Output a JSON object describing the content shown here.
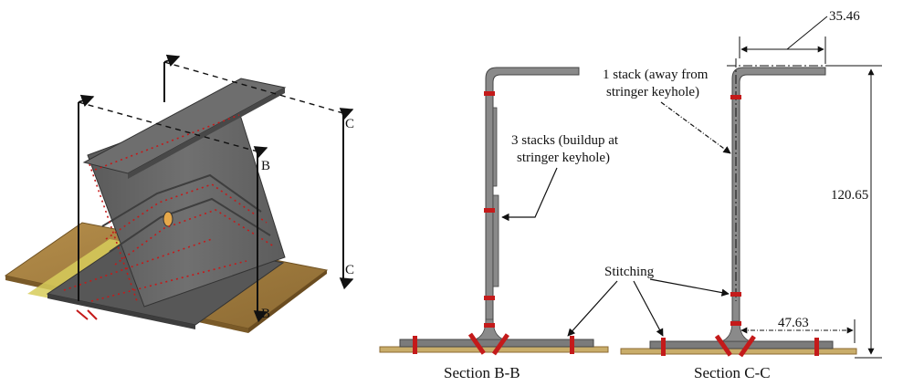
{
  "iso_view": {
    "section_marks": [
      "C",
      "C",
      "B",
      "B"
    ]
  },
  "section_bb": {
    "caption": "Section B-B",
    "annotation_line1": "3 stacks (buildup at",
    "annotation_line2": "stringer keyhole)"
  },
  "section_cc": {
    "caption": "Section C-C",
    "annotation_line1": "1 stack (away from",
    "annotation_line2": "stringer keyhole)",
    "dim_top": "35.46",
    "dim_height": "120.65",
    "dim_flange": "47.63"
  },
  "stitching_label": "Stitching",
  "colors": {
    "laminate": "#6b6b6b",
    "laminate_dark": "#4a4a4a",
    "stitch": "#c41a1a",
    "tool_plate": "#a8803f",
    "tool_edge": "#d8c27a",
    "yellow_strip": "#d7cc5a"
  }
}
